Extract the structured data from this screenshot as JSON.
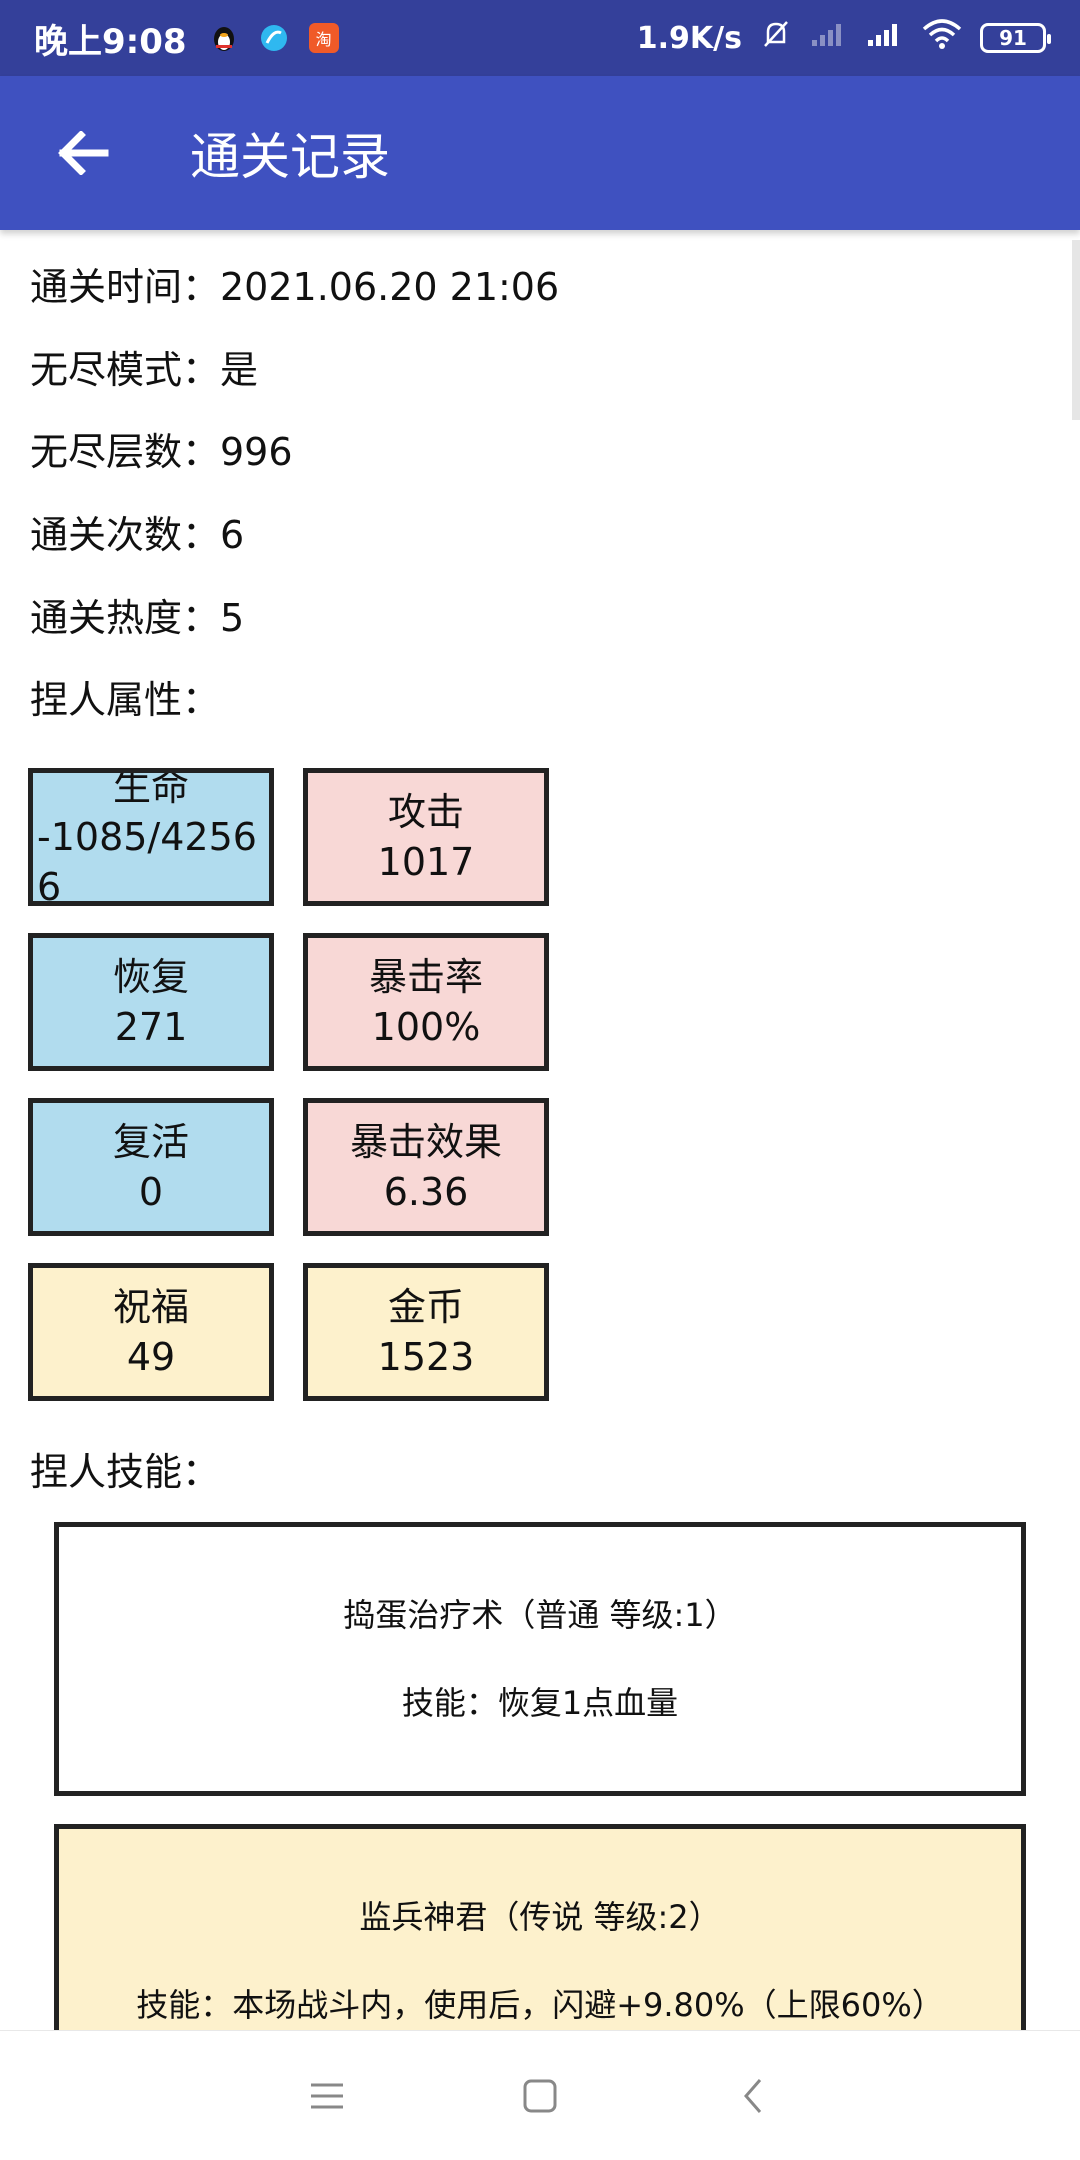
{
  "status_bar": {
    "time": "晚上9:08",
    "app_icons": [
      "qq-penguin-icon",
      "browser-icon",
      "taobao-icon"
    ],
    "taobao_glyph": "淘",
    "net_speed": "1.9K/s",
    "battery": "91"
  },
  "app_bar": {
    "title": "通关记录"
  },
  "record": {
    "clear_time": "通关时间：2021.06.20 21:06",
    "endless_mode": "无尽模式：是",
    "endless_floors": "无尽层数：996",
    "clear_count": "通关次数：6",
    "clear_heat": "通关热度：5",
    "attributes_title": "捏人属性：",
    "skills_title": "捏人技能："
  },
  "attributes": {
    "life": {
      "label": "生命",
      "value": "-1085/42566"
    },
    "attack": {
      "label": "攻击",
      "value": "1017"
    },
    "recover": {
      "label": "恢复",
      "value": "271"
    },
    "crit_rate": {
      "label": "暴击率",
      "value": "100%"
    },
    "revive": {
      "label": "复活",
      "value": "0"
    },
    "crit_effect": {
      "label": "暴击效果",
      "value": "6.36"
    },
    "blessing": {
      "label": "祝福",
      "value": "49"
    },
    "gold": {
      "label": "金币",
      "value": "1523"
    }
  },
  "skills": [
    {
      "name": "捣蛋治疗术（普通 等级:1）",
      "desc": "技能：恢复1点血量"
    },
    {
      "name": "监兵神君（传说 等级:2）",
      "desc": "技能：本场战斗内，使用后，闪避+9.80%（上限60%）"
    }
  ],
  "colors": {
    "status_bar": "#34409a",
    "app_bar": "#3f51c0",
    "blue_box": "#b1dcee",
    "pink_box": "#f8d8d6",
    "yellow_box": "#fdf1cc"
  }
}
